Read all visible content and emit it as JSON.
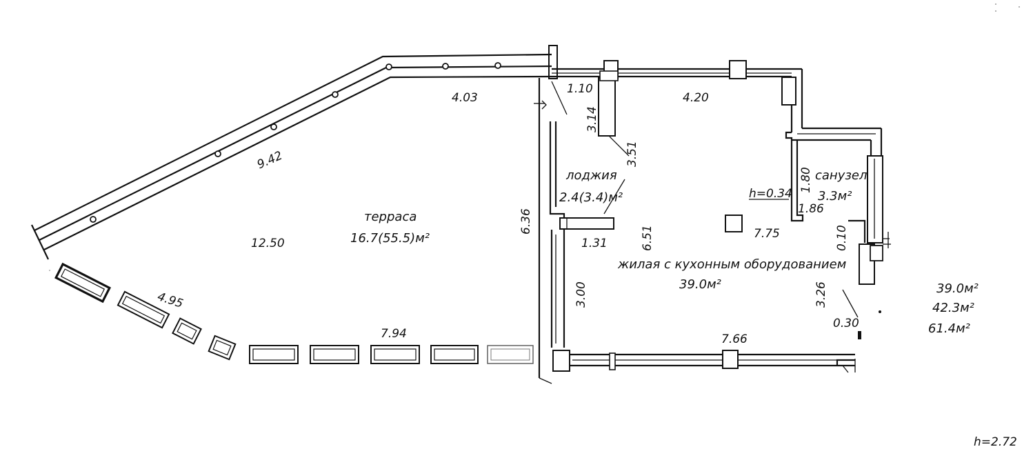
{
  "rooms": {
    "terrace": {
      "name": "терраса",
      "area": "16.7(55.5)м²"
    },
    "loggia": {
      "name": "лоджия",
      "area": "2.4(3.4)м²"
    },
    "living": {
      "name": "жилая с кухонным оборудованием",
      "area": "39.0м²"
    },
    "bathroom": {
      "name": "санузел",
      "area": "3.3м²"
    }
  },
  "dimensions": {
    "terrace_top": "4.03",
    "terrace_diagonal": "9.42",
    "terrace_left": "12.50",
    "terrace_bottom": "7.94",
    "terrace_lower_left": "4.95",
    "wall_height_636": "6.36",
    "loggia_110": "1.10",
    "loggia_314": "3.14",
    "loggia_351": "3.51",
    "loggia_131": "1.31",
    "living_top": "4.20",
    "living_651": "6.51",
    "living_775": "7.75",
    "living_bottom": "7.66",
    "living_300": "3.00",
    "living_326": "3.26",
    "living_030": "0.30",
    "bath_180": "1.80",
    "bath_186": "1.86",
    "bath_010": "0.10",
    "step_height": "h=0.34"
  },
  "summary": [
    "39.0м²",
    "42.3м²",
    "61.4м²"
  ],
  "ceiling_height": "h=2.72",
  "colors": {
    "ink": "#111111",
    "paper": "#ffffff"
  }
}
